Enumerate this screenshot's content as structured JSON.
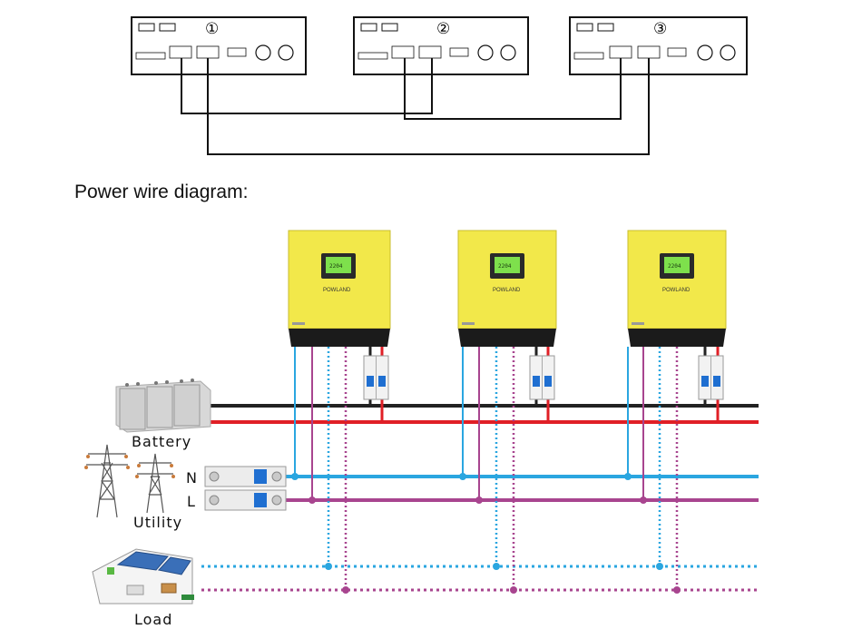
{
  "parallel_diagram": {
    "unit_numbers": [
      "①",
      "②",
      "③"
    ]
  },
  "power_diagram": {
    "heading": "Power wire diagram:",
    "brand": "POWLAND",
    "labels": {
      "battery": "Battery",
      "neutral": "N",
      "live": "L",
      "utility": "Utility",
      "load": "Load"
    }
  },
  "colors": {
    "inverter_body": "#f2e84a",
    "battery_neg": "#222222",
    "battery_pos": "#e01f26",
    "neutral_wire": "#2aa6e0",
    "live_wire": "#a8458f"
  }
}
